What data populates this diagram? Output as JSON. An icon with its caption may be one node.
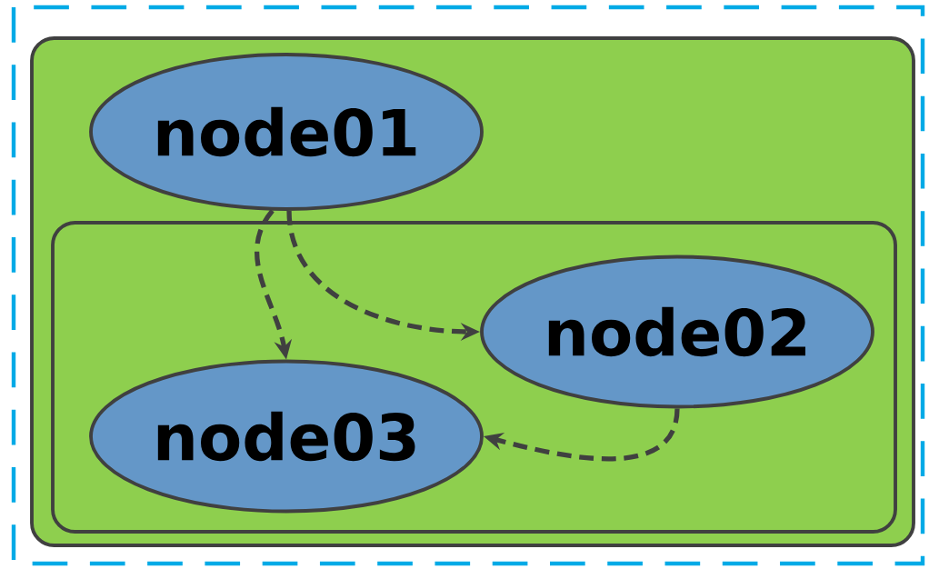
{
  "diagram": {
    "nodes": [
      {
        "text": [],
        "shape": "box"
      },
      {
        "text": [
          "node01"
        ],
        "in": 0
      },
      {
        "text": [],
        "shape": "box",
        "in": 0
      },
      {
        "text": [
          "node02"
        ],
        "in": 2
      },
      {
        "text": [
          "node03"
        ],
        "in": 2
      }
    ],
    "edges": [
      {
        "from": 1,
        "to": 3,
        "arrow": "to",
        "style": "dashed"
      },
      {
        "from": 1,
        "to": 4,
        "arrow": "to",
        "style": "dashed"
      },
      {
        "from": 3,
        "to": 4,
        "arrow": "to",
        "style": "dashed"
      }
    ]
  }
}
